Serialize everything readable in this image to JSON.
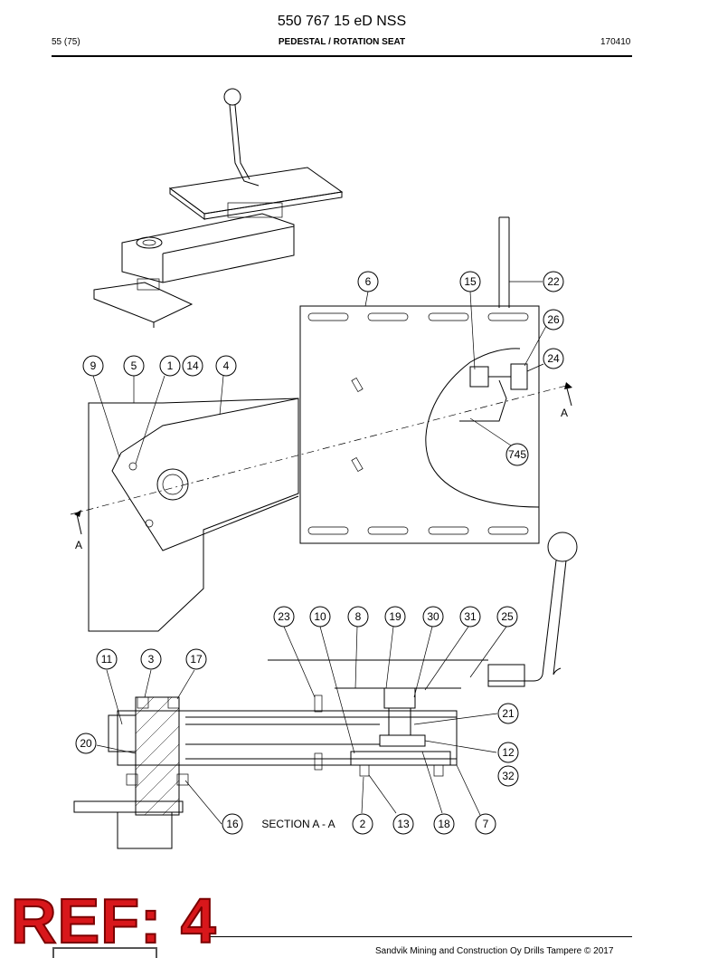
{
  "header": {
    "doc_title": "550 767 15 eD NSS",
    "page": "55 (75)",
    "section": "PEDESTAL / ROTATION SEAT",
    "date_code": "170410"
  },
  "footer": {
    "copyright": "Sandvik Mining and Construction Oy Drills Tampere © 2017",
    "ref_stamp": "REF: 4"
  },
  "section_view": {
    "label": "SECTION  A - A",
    "cut_label": "A"
  },
  "callouts": [
    "6",
    "15",
    "22",
    "26",
    "24",
    "9",
    "5",
    "1",
    "14",
    "4",
    "745",
    "23",
    "10",
    "8",
    "19",
    "30",
    "31",
    "25",
    "11",
    "3",
    "17",
    "21",
    "20",
    "12",
    "32",
    "16",
    "2",
    "13",
    "18",
    "7"
  ]
}
